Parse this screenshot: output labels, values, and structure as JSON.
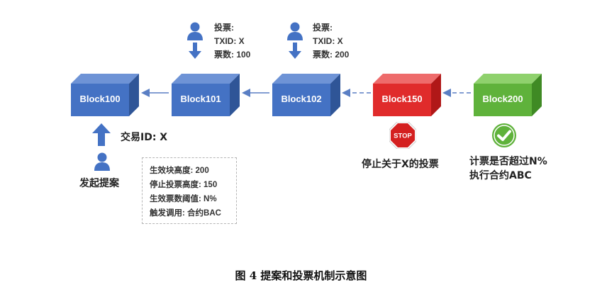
{
  "blocks": {
    "b100": {
      "label": "Block100",
      "color": "#4472c4"
    },
    "b101": {
      "label": "Block101",
      "color": "#4472c4"
    },
    "b102": {
      "label": "Block102",
      "color": "#4472c4"
    },
    "b150": {
      "label": "Block150",
      "color": "#e02b2b"
    },
    "b200": {
      "label": "Block200",
      "color": "#5fb23b"
    }
  },
  "vote1": {
    "line1": "投票:",
    "line2": "TXID: X",
    "line3": "票数: 100"
  },
  "vote2": {
    "line1": "投票:",
    "line2": "TXID: X",
    "line3": "票数: 200"
  },
  "transaction_label": "交易ID: X",
  "proposer_label": "发起提案",
  "params": {
    "line1": "生效块高度: 200",
    "line2": "停止投票高度: 150",
    "line3": "生效票数阈值: N%",
    "line4": "触发调用: 合约BAC"
  },
  "stop_sign_text": "STOP",
  "stop_caption": "停止关于X的投票",
  "check_caption": {
    "line1": "计票是否超过N%",
    "line2": "执行合约ABC"
  },
  "figure_caption": "图  4  提案和投票机制示意图",
  "icons": {
    "person": "person-icon",
    "arrow_down": "arrow-down-icon",
    "arrow_up": "arrow-up-icon",
    "stop": "stop-sign-icon",
    "check": "check-circle-icon"
  }
}
